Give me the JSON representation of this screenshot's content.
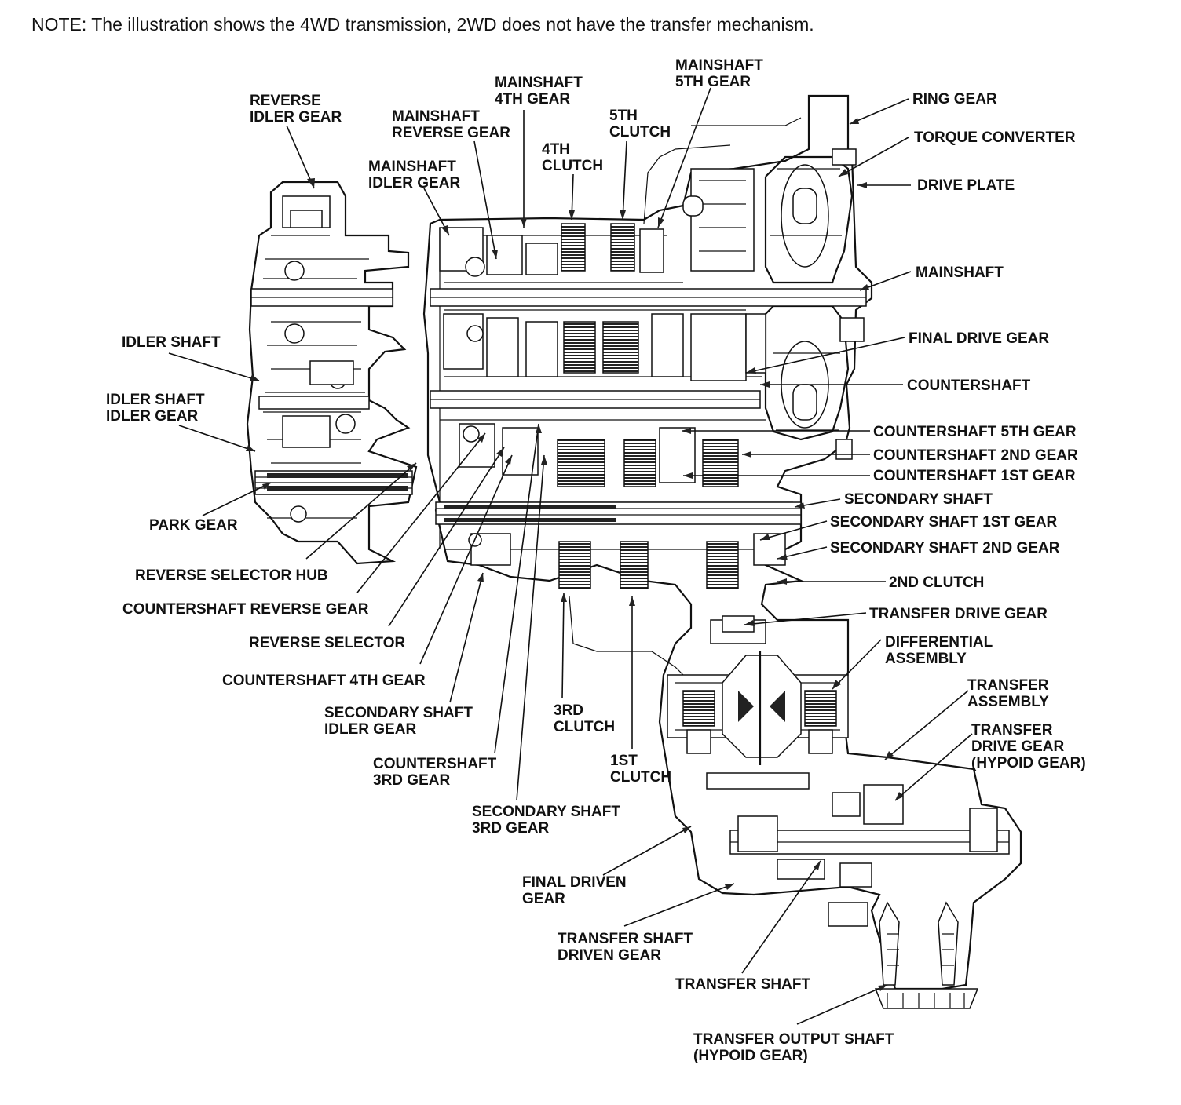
{
  "note": "NOTE: The illustration shows the 4WD transmission, 2WD does not have the transfer mechanism.",
  "labels": {
    "reverse_idler_gear": [
      "REVERSE",
      "IDLER GEAR"
    ],
    "mainshaft_idler_gear": [
      "MAINSHAFT",
      "IDLER GEAR"
    ],
    "mainshaft_reverse_gear": [
      "MAINSHAFT",
      "REVERSE GEAR"
    ],
    "mainshaft_4th_gear": [
      "MAINSHAFT",
      "4TH GEAR"
    ],
    "fourth_clutch": [
      "4TH",
      "CLUTCH"
    ],
    "fifth_clutch": [
      "5TH",
      "CLUTCH"
    ],
    "mainshaft_5th_gear": [
      "MAINSHAFT",
      "5TH GEAR"
    ],
    "ring_gear": [
      "RING GEAR"
    ],
    "torque_converter": [
      "TORQUE CONVERTER"
    ],
    "drive_plate": [
      "DRIVE PLATE"
    ],
    "mainshaft": [
      "MAINSHAFT"
    ],
    "final_drive_gear": [
      "FINAL DRIVE GEAR"
    ],
    "countershaft": [
      "COUNTERSHAFT"
    ],
    "countershaft_5th_gear": [
      "COUNTERSHAFT 5TH GEAR"
    ],
    "countershaft_2nd_gear": [
      "COUNTERSHAFT 2ND GEAR"
    ],
    "countershaft_1st_gear": [
      "COUNTERSHAFT 1ST GEAR"
    ],
    "secondary_shaft": [
      "SECONDARY SHAFT"
    ],
    "secondary_shaft_1st_gear": [
      "SECONDARY SHAFT 1ST GEAR"
    ],
    "secondary_shaft_2nd_gear": [
      "SECONDARY SHAFT 2ND GEAR"
    ],
    "second_clutch": [
      "2ND CLUTCH"
    ],
    "transfer_drive_gear": [
      "TRANSFER DRIVE GEAR"
    ],
    "differential_assembly": [
      "DIFFERENTIAL",
      "ASSEMBLY"
    ],
    "transfer_assembly": [
      "TRANSFER",
      "ASSEMBLY"
    ],
    "transfer_drive_gear_hypoid": [
      "TRANSFER",
      "DRIVE GEAR",
      "(HYPOID GEAR)"
    ],
    "idler_shaft": [
      "IDLER SHAFT"
    ],
    "idler_shaft_idler_gear": [
      "IDLER SHAFT",
      "IDLER GEAR"
    ],
    "park_gear": [
      "PARK GEAR"
    ],
    "reverse_selector_hub": [
      "REVERSE SELECTOR HUB"
    ],
    "countershaft_reverse_gear": [
      "COUNTERSHAFT REVERSE GEAR"
    ],
    "reverse_selector": [
      "REVERSE SELECTOR"
    ],
    "countershaft_4th_gear": [
      "COUNTERSHAFT 4TH GEAR"
    ],
    "secondary_shaft_idler_gear": [
      "SECONDARY SHAFT",
      "IDLER GEAR"
    ],
    "countershaft_3rd_gear": [
      "COUNTERSHAFT",
      "3RD GEAR"
    ],
    "secondary_shaft_3rd_gear": [
      "SECONDARY SHAFT",
      "3RD GEAR"
    ],
    "third_clutch": [
      "3RD",
      "CLUTCH"
    ],
    "first_clutch": [
      "1ST",
      "CLUTCH"
    ],
    "final_driven_gear": [
      "FINAL DRIVEN",
      "GEAR"
    ],
    "transfer_shaft_driven_gear": [
      "TRANSFER SHAFT",
      "DRIVEN GEAR"
    ],
    "transfer_shaft": [
      "TRANSFER SHAFT"
    ],
    "transfer_output_shaft": [
      "TRANSFER OUTPUT SHAFT",
      "(HYPOID GEAR)"
    ]
  }
}
